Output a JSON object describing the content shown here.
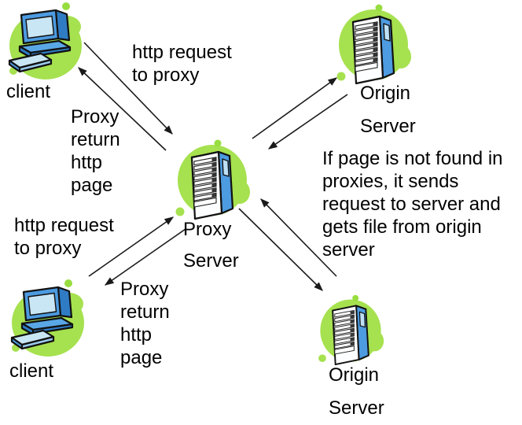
{
  "nodes": {
    "client_top": {
      "label": "client"
    },
    "origin_top": {
      "label": "Origin\nServer"
    },
    "proxy": {
      "label": "Proxy\nServer"
    },
    "client_bottom": {
      "label": "client"
    },
    "origin_bottom": {
      "label": "Origin\nServer"
    }
  },
  "annotations": {
    "request_top": "http request\nto proxy",
    "proxy_return_top": "Proxy\nreturn\nhttp\npage",
    "request_bottom": "http request\nto proxy",
    "proxy_return_bottom": "Proxy\nreturn\nhttp\npage",
    "origin_note": "If page is not found in\nproxies, it sends\nrequest to server and\ngets file from origin\nserver"
  },
  "icons": {
    "client_top": "client-computer-icon",
    "client_bottom": "client-computer-icon",
    "proxy": "proxy-server-tower-icon",
    "origin_top": "origin-server-tower-icon",
    "origin_bottom": "origin-server-tower-icon"
  },
  "colors": {
    "background": "#ffffff",
    "blob_green": "#a6e14f",
    "machine_blue": "#4d9be0",
    "machine_blue_dark": "#2f7cc4",
    "machine_blue_light": "#c9e6f5",
    "outline": "#111111",
    "arrow": "#1a1a1a",
    "text": "#000000"
  }
}
